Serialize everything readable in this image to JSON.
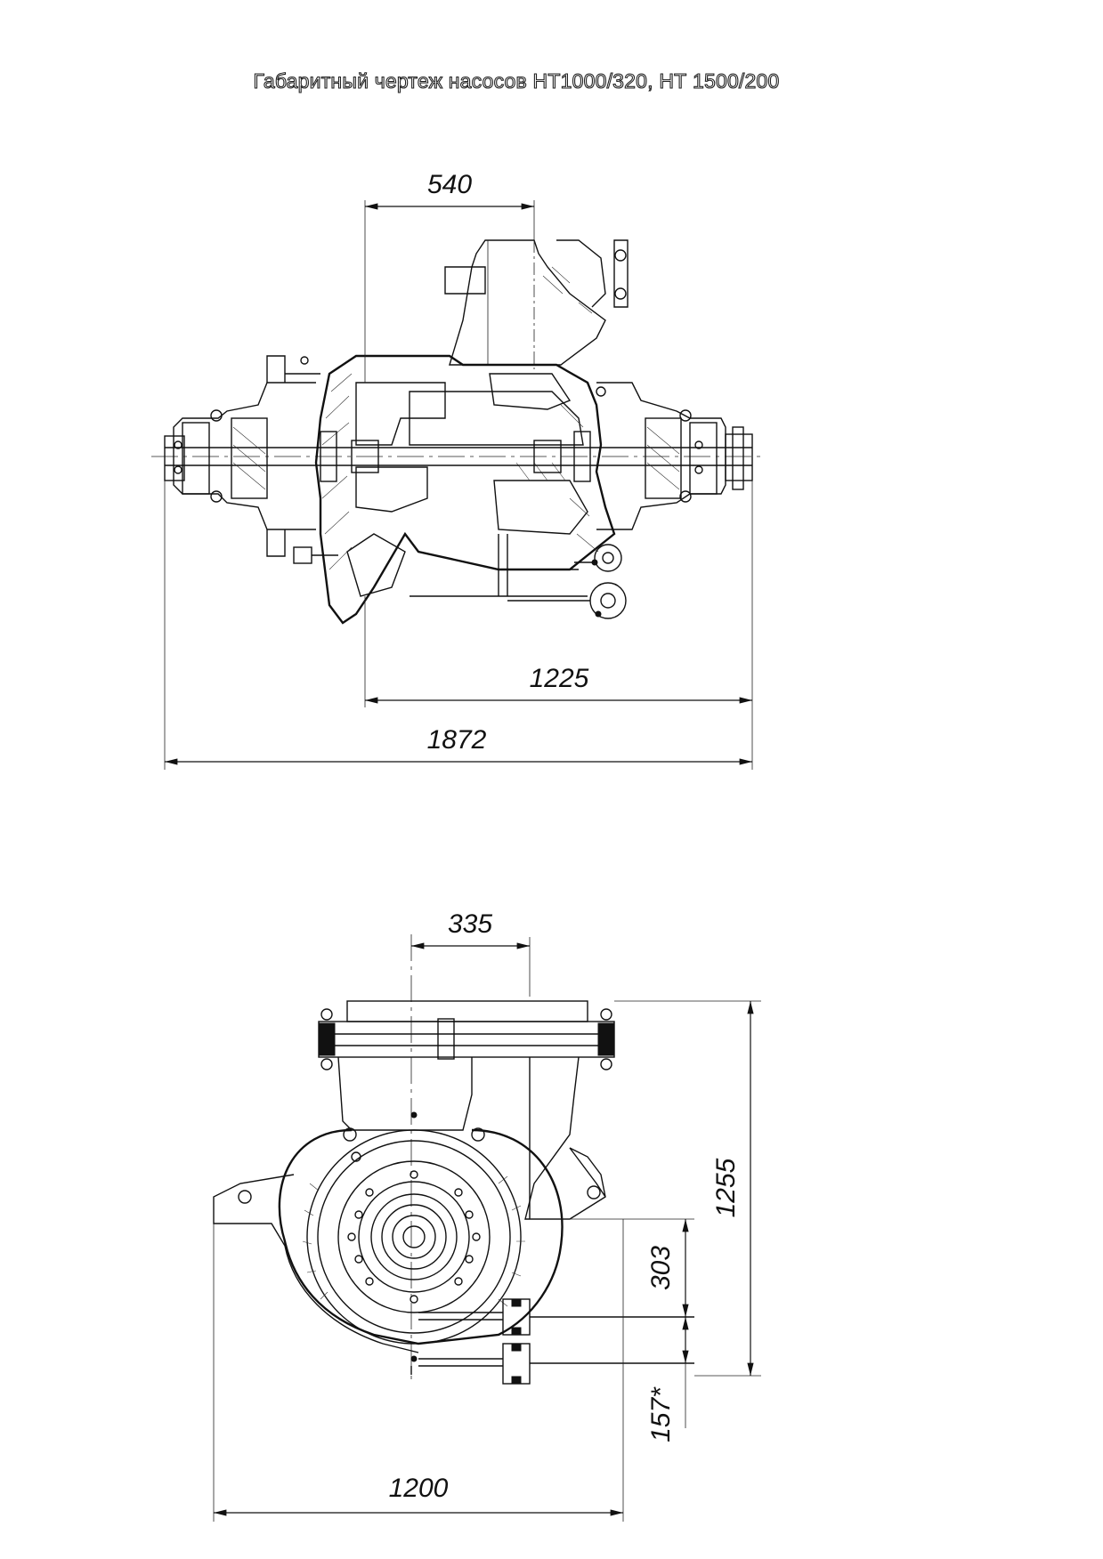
{
  "title": "Габаритный чертеж насосов  НТ1000/320, НТ 1500/200",
  "side_view": {
    "dims": {
      "d540": "540",
      "d1225": "1225",
      "d1872": "1872"
    }
  },
  "front_view": {
    "dims": {
      "d335": "335",
      "d1255": "1255",
      "d303": "303",
      "d157": "157*",
      "d1200": "1200"
    }
  }
}
